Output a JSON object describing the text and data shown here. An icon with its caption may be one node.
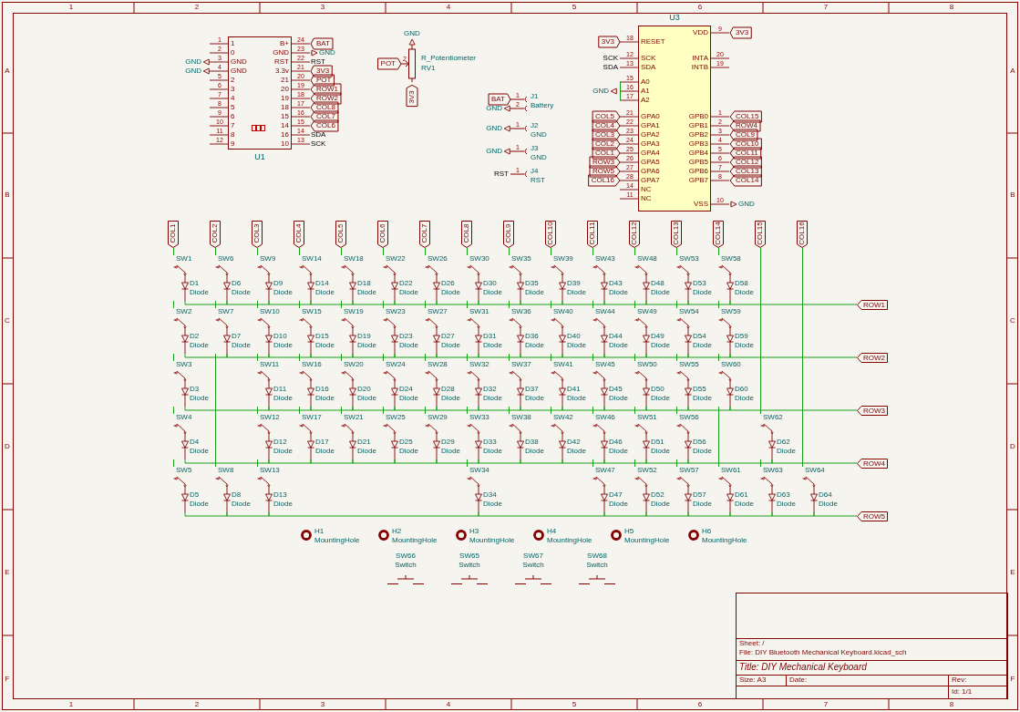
{
  "diagram": {
    "nodes": [
      {
        "text": [
          "U1",
          "1",
          "0",
          "GND",
          "GND",
          "2",
          "3",
          "4",
          "5",
          "6",
          "7",
          "8",
          "9",
          "B+",
          "GND",
          "RST",
          "3.3v",
          "21",
          "20",
          "19",
          "18",
          "15",
          "14",
          "16",
          "10",
          "1",
          "2",
          "3",
          "4",
          "5",
          "6",
          "7",
          "8",
          "9",
          "10",
          "11",
          "12",
          "24",
          "23",
          "22",
          "21",
          "20",
          "19",
          "18",
          "17",
          "16",
          "15",
          "14",
          "13"
        ]
      },
      {
        "text": [
          "R_Potentiometer",
          "RV1",
          "2"
        ]
      },
      {
        "text": [
          "J1",
          "Battery",
          "1",
          "2"
        ]
      },
      {
        "text": [
          "J2",
          "GND",
          "1"
        ]
      },
      {
        "text": [
          "J3",
          "GND",
          "1"
        ]
      },
      {
        "text": [
          "J4",
          "RST",
          "1"
        ]
      },
      {
        "text": [
          "U3",
          "RESET",
          "SCK",
          "SDA",
          "A0",
          "A1",
          "A2",
          "GPA0",
          "GPA1",
          "GPA2",
          "GPA3",
          "GPA4",
          "GPA5",
          "GPA6",
          "GPA7",
          "NC",
          "NC",
          "VDD",
          "INTA",
          "INTB",
          "GPB0",
          "GPB1",
          "GPB2",
          "GPB3",
          "GPB4",
          "GPB5",
          "GPB6",
          "GPB7",
          "VSS",
          "18",
          "12",
          "13",
          "15",
          "16",
          "17",
          "21",
          "22",
          "23",
          "24",
          "25",
          "26",
          "27",
          "28",
          "14",
          "11",
          "9",
          "20",
          "19",
          "1",
          "2",
          "3",
          "4",
          "5",
          "6",
          "7",
          "8",
          "10"
        ]
      },
      {
        "text": [
          "COL1"
        ]
      },
      {
        "text": [
          "COL2"
        ]
      },
      {
        "text": [
          "COL3"
        ]
      },
      {
        "text": [
          "COL4"
        ]
      },
      {
        "text": [
          "COL5"
        ]
      },
      {
        "text": [
          "COL6"
        ]
      },
      {
        "text": [
          "COL7"
        ]
      },
      {
        "text": [
          "COL8"
        ]
      },
      {
        "text": [
          "COL9"
        ]
      },
      {
        "text": [
          "COL10"
        ]
      },
      {
        "text": [
          "COL11"
        ]
      },
      {
        "text": [
          "COL12"
        ]
      },
      {
        "text": [
          "COL13"
        ]
      },
      {
        "text": [
          "COL14"
        ]
      },
      {
        "text": [
          "COL15"
        ]
      },
      {
        "text": [
          "COL16"
        ]
      },
      {
        "text": [
          "ROW1"
        ]
      },
      {
        "text": [
          "ROW2"
        ]
      },
      {
        "text": [
          "ROW3"
        ]
      },
      {
        "text": [
          "ROW4"
        ]
      },
      {
        "text": [
          "ROW5"
        ]
      },
      {
        "text": [
          "SW1",
          "D1",
          "Diode"
        ]
      },
      {
        "text": [
          "SW6",
          "D6",
          "Diode"
        ]
      },
      {
        "text": [
          "SW9",
          "D9",
          "Diode"
        ]
      },
      {
        "text": [
          "SW14",
          "D14",
          "Diode"
        ]
      },
      {
        "text": [
          "SW18",
          "D18",
          "Diode"
        ]
      },
      {
        "text": [
          "SW22",
          "D22",
          "Diode"
        ]
      },
      {
        "text": [
          "SW26",
          "D26",
          "Diode"
        ]
      },
      {
        "text": [
          "SW30",
          "D30",
          "Diode"
        ]
      },
      {
        "text": [
          "SW35",
          "D35",
          "Diode"
        ]
      },
      {
        "text": [
          "SW39",
          "D39",
          "Diode"
        ]
      },
      {
        "text": [
          "SW43",
          "D43",
          "Diode"
        ]
      },
      {
        "text": [
          "SW48",
          "D48",
          "Diode"
        ]
      },
      {
        "text": [
          "SW53",
          "D53",
          "Diode"
        ]
      },
      {
        "text": [
          "SW58",
          "D58",
          "Diode"
        ]
      },
      {
        "text": [
          "SW2",
          "D2",
          "Diode"
        ]
      },
      {
        "text": [
          "SW7",
          "D7",
          "Diode"
        ]
      },
      {
        "text": [
          "SW10",
          "D10",
          "Diode"
        ]
      },
      {
        "text": [
          "SW15",
          "D15",
          "Diode"
        ]
      },
      {
        "text": [
          "SW19",
          "D19",
          "Diode"
        ]
      },
      {
        "text": [
          "SW23",
          "D23",
          "Diode"
        ]
      },
      {
        "text": [
          "SW27",
          "D27",
          "Diode"
        ]
      },
      {
        "text": [
          "SW31",
          "D31",
          "Diode"
        ]
      },
      {
        "text": [
          "SW36",
          "D36",
          "Diode"
        ]
      },
      {
        "text": [
          "SW40",
          "D40",
          "Diode"
        ]
      },
      {
        "text": [
          "SW44",
          "D44",
          "Diode"
        ]
      },
      {
        "text": [
          "SW49",
          "D49",
          "Diode"
        ]
      },
      {
        "text": [
          "SW54",
          "D54",
          "Diode"
        ]
      },
      {
        "text": [
          "SW59",
          "D59",
          "Diode"
        ]
      },
      {
        "text": [
          "SW3",
          "D3",
          "Diode"
        ]
      },
      {
        "text": [
          "SW11",
          "D11",
          "Diode"
        ]
      },
      {
        "text": [
          "SW16",
          "D16",
          "Diode"
        ]
      },
      {
        "text": [
          "SW20",
          "D20",
          "Diode"
        ]
      },
      {
        "text": [
          "SW24",
          "D24",
          "Diode"
        ]
      },
      {
        "text": [
          "SW28",
          "D28",
          "Diode"
        ]
      },
      {
        "text": [
          "SW32",
          "D32",
          "Diode"
        ]
      },
      {
        "text": [
          "SW37",
          "D37",
          "Diode"
        ]
      },
      {
        "text": [
          "SW41",
          "D41",
          "Diode"
        ]
      },
      {
        "text": [
          "SW45",
          "D45",
          "Diode"
        ]
      },
      {
        "text": [
          "SW50",
          "D50",
          "Diode"
        ]
      },
      {
        "text": [
          "SW55",
          "D55",
          "Diode"
        ]
      },
      {
        "text": [
          "SW60",
          "D60",
          "Diode"
        ]
      },
      {
        "text": [
          "SW4",
          "D4",
          "Diode"
        ]
      },
      {
        "text": [
          "SW12",
          "D12",
          "Diode"
        ]
      },
      {
        "text": [
          "SW17",
          "D17",
          "Diode"
        ]
      },
      {
        "text": [
          "SW21",
          "D21",
          "Diode"
        ]
      },
      {
        "text": [
          "SW25",
          "D25",
          "Diode"
        ]
      },
      {
        "text": [
          "SW29",
          "D29",
          "Diode"
        ]
      },
      {
        "text": [
          "SW33",
          "D33",
          "Diode"
        ]
      },
      {
        "text": [
          "SW38",
          "D38",
          "Diode"
        ]
      },
      {
        "text": [
          "SW42",
          "D42",
          "Diode"
        ]
      },
      {
        "text": [
          "SW46",
          "D46",
          "Diode"
        ]
      },
      {
        "text": [
          "SW51",
          "D51",
          "Diode"
        ]
      },
      {
        "text": [
          "SW56",
          "D56",
          "Diode"
        ]
      },
      {
        "text": [
          "SW62",
          "D62",
          "Diode"
        ]
      },
      {
        "text": [
          "SW5",
          "D5",
          "Diode"
        ]
      },
      {
        "text": [
          "SW8",
          "D8",
          "Diode"
        ]
      },
      {
        "text": [
          "SW13",
          "D13",
          "Diode"
        ]
      },
      {
        "text": [
          "SW34",
          "D34",
          "Diode"
        ]
      },
      {
        "text": [
          "SW47",
          "D47",
          "Diode"
        ]
      },
      {
        "text": [
          "SW52",
          "D52",
          "Diode"
        ]
      },
      {
        "text": [
          "SW57",
          "D57",
          "Diode"
        ]
      },
      {
        "text": [
          "SW61",
          "D61",
          "Diode"
        ]
      },
      {
        "text": [
          "SW63",
          "D63",
          "Diode"
        ]
      },
      {
        "text": [
          "SW64",
          "D64",
          "Diode"
        ]
      },
      {
        "text": [
          "H1",
          "MountingHole"
        ]
      },
      {
        "text": [
          "H2",
          "MountingHole"
        ]
      },
      {
        "text": [
          "H3",
          "MountingHole"
        ]
      },
      {
        "text": [
          "H4",
          "MountingHole"
        ]
      },
      {
        "text": [
          "H5",
          "MountingHole"
        ]
      },
      {
        "text": [
          "H6",
          "MountingHole"
        ]
      },
      {
        "text": [
          "SW66",
          "Switch"
        ]
      },
      {
        "text": [
          "SW65",
          "Switch"
        ]
      },
      {
        "text": [
          "SW67",
          "Switch"
        ]
      },
      {
        "text": [
          "SW68",
          "Switch"
        ]
      }
    ],
    "edges": [
      {
        "from": 7,
        "to": 28,
        "arrow": "none"
      },
      {
        "from": 28,
        "to": 42,
        "arrow": "none"
      },
      {
        "from": 42,
        "to": 56,
        "arrow": "none"
      },
      {
        "from": 56,
        "to": 69,
        "arrow": "none"
      },
      {
        "from": 69,
        "to": 82,
        "arrow": "none"
      },
      {
        "from": 8,
        "to": 29,
        "arrow": "none"
      },
      {
        "from": 29,
        "to": 43,
        "arrow": "none"
      },
      {
        "from": 43,
        "to": 83,
        "arrow": "none"
      },
      {
        "from": 9,
        "to": 30,
        "arrow": "none"
      },
      {
        "from": 30,
        "to": 44,
        "arrow": "none"
      },
      {
        "from": 44,
        "to": 57,
        "arrow": "none"
      },
      {
        "from": 57,
        "to": 70,
        "arrow": "none"
      },
      {
        "from": 70,
        "to": 84,
        "arrow": "none"
      },
      {
        "from": 10,
        "to": 31,
        "arrow": "none"
      },
      {
        "from": 31,
        "to": 45,
        "arrow": "none"
      },
      {
        "from": 45,
        "to": 58,
        "arrow": "none"
      },
      {
        "from": 58,
        "to": 71,
        "arrow": "none"
      },
      {
        "from": 11,
        "to": 32,
        "arrow": "none"
      },
      {
        "from": 32,
        "to": 46,
        "arrow": "none"
      },
      {
        "from": 46,
        "to": 59,
        "arrow": "none"
      },
      {
        "from": 59,
        "to": 72,
        "arrow": "none"
      },
      {
        "from": 12,
        "to": 33,
        "arrow": "none"
      },
      {
        "from": 33,
        "to": 47,
        "arrow": "none"
      },
      {
        "from": 47,
        "to": 60,
        "arrow": "none"
      },
      {
        "from": 60,
        "to": 73,
        "arrow": "none"
      },
      {
        "from": 13,
        "to": 34,
        "arrow": "none"
      },
      {
        "from": 34,
        "to": 48,
        "arrow": "none"
      },
      {
        "from": 48,
        "to": 61,
        "arrow": "none"
      },
      {
        "from": 61,
        "to": 74,
        "arrow": "none"
      },
      {
        "from": 14,
        "to": 35,
        "arrow": "none"
      },
      {
        "from": 35,
        "to": 49,
        "arrow": "none"
      },
      {
        "from": 49,
        "to": 62,
        "arrow": "none"
      },
      {
        "from": 62,
        "to": 75,
        "arrow": "none"
      },
      {
        "from": 75,
        "to": 85,
        "arrow": "none"
      },
      {
        "from": 15,
        "to": 36,
        "arrow": "none"
      },
      {
        "from": 36,
        "to": 50,
        "arrow": "none"
      },
      {
        "from": 50,
        "to": 63,
        "arrow": "none"
      },
      {
        "from": 63,
        "to": 76,
        "arrow": "none"
      },
      {
        "from": 16,
        "to": 37,
        "arrow": "none"
      },
      {
        "from": 37,
        "to": 51,
        "arrow": "none"
      },
      {
        "from": 51,
        "to": 64,
        "arrow": "none"
      },
      {
        "from": 64,
        "to": 77,
        "arrow": "none"
      },
      {
        "from": 17,
        "to": 38,
        "arrow": "none"
      },
      {
        "from": 38,
        "to": 52,
        "arrow": "none"
      },
      {
        "from": 52,
        "to": 65,
        "arrow": "none"
      },
      {
        "from": 65,
        "to": 78,
        "arrow": "none"
      },
      {
        "from": 78,
        "to": 86,
        "arrow": "none"
      },
      {
        "from": 18,
        "to": 39,
        "arrow": "none"
      },
      {
        "from": 39,
        "to": 53,
        "arrow": "none"
      },
      {
        "from": 53,
        "to": 66,
        "arrow": "none"
      },
      {
        "from": 66,
        "to": 79,
        "arrow": "none"
      },
      {
        "from": 79,
        "to": 87,
        "arrow": "none"
      },
      {
        "from": 19,
        "to": 40,
        "arrow": "none"
      },
      {
        "from": 40,
        "to": 54,
        "arrow": "none"
      },
      {
        "from": 54,
        "to": 67,
        "arrow": "none"
      },
      {
        "from": 67,
        "to": 80,
        "arrow": "none"
      },
      {
        "from": 80,
        "to": 88,
        "arrow": "none"
      },
      {
        "from": 20,
        "to": 41,
        "arrow": "none"
      },
      {
        "from": 41,
        "to": 55,
        "arrow": "none"
      },
      {
        "from": 55,
        "to": 68,
        "arrow": "none"
      },
      {
        "from": 68,
        "to": 89,
        "arrow": "none"
      },
      {
        "from": 21,
        "to": 81,
        "arrow": "none"
      },
      {
        "from": 81,
        "to": 90,
        "arrow": "none"
      },
      {
        "from": 22,
        "to": 91,
        "arrow": "none"
      },
      {
        "from": 28,
        "to": 29,
        "arrow": "none"
      },
      {
        "from": 29,
        "to": 30,
        "arrow": "none"
      },
      {
        "from": 30,
        "to": 31,
        "arrow": "none"
      },
      {
        "from": 31,
        "to": 32,
        "arrow": "none"
      },
      {
        "from": 32,
        "to": 33,
        "arrow": "none"
      },
      {
        "from": 33,
        "to": 34,
        "arrow": "none"
      },
      {
        "from": 34,
        "to": 35,
        "arrow": "none"
      },
      {
        "from": 35,
        "to": 36,
        "arrow": "none"
      },
      {
        "from": 36,
        "to": 37,
        "arrow": "none"
      },
      {
        "from": 37,
        "to": 38,
        "arrow": "none"
      },
      {
        "from": 38,
        "to": 39,
        "arrow": "none"
      },
      {
        "from": 39,
        "to": 40,
        "arrow": "none"
      },
      {
        "from": 40,
        "to": 41,
        "arrow": "none"
      },
      {
        "from": 41,
        "to": 23,
        "arrow": "none"
      },
      {
        "from": 42,
        "to": 43,
        "arrow": "none"
      },
      {
        "from": 43,
        "to": 44,
        "arrow": "none"
      },
      {
        "from": 44,
        "to": 45,
        "arrow": "none"
      },
      {
        "from": 45,
        "to": 46,
        "arrow": "none"
      },
      {
        "from": 46,
        "to": 47,
        "arrow": "none"
      },
      {
        "from": 47,
        "to": 48,
        "arrow": "none"
      },
      {
        "from": 48,
        "to": 49,
        "arrow": "none"
      },
      {
        "from": 49,
        "to": 50,
        "arrow": "none"
      },
      {
        "from": 50,
        "to": 51,
        "arrow": "none"
      },
      {
        "from": 51,
        "to": 52,
        "arrow": "none"
      },
      {
        "from": 52,
        "to": 53,
        "arrow": "none"
      },
      {
        "from": 53,
        "to": 54,
        "arrow": "none"
      },
      {
        "from": 54,
        "to": 55,
        "arrow": "none"
      },
      {
        "from": 55,
        "to": 24,
        "arrow": "none"
      },
      {
        "from": 56,
        "to": 57,
        "arrow": "none"
      },
      {
        "from": 57,
        "to": 58,
        "arrow": "none"
      },
      {
        "from": 58,
        "to": 59,
        "arrow": "none"
      },
      {
        "from": 59,
        "to": 60,
        "arrow": "none"
      },
      {
        "from": 60,
        "to": 61,
        "arrow": "none"
      },
      {
        "from": 61,
        "to": 62,
        "arrow": "none"
      },
      {
        "from": 62,
        "to": 63,
        "arrow": "none"
      },
      {
        "from": 63,
        "to": 64,
        "arrow": "none"
      },
      {
        "from": 64,
        "to": 65,
        "arrow": "none"
      },
      {
        "from": 65,
        "to": 66,
        "arrow": "none"
      },
      {
        "from": 66,
        "to": 67,
        "arrow": "none"
      },
      {
        "from": 67,
        "to": 68,
        "arrow": "none"
      },
      {
        "from": 68,
        "to": 25,
        "arrow": "none"
      },
      {
        "from": 69,
        "to": 70,
        "arrow": "none"
      },
      {
        "from": 70,
        "to": 71,
        "arrow": "none"
      },
      {
        "from": 71,
        "to": 72,
        "arrow": "none"
      },
      {
        "from": 72,
        "to": 73,
        "arrow": "none"
      },
      {
        "from": 73,
        "to": 74,
        "arrow": "none"
      },
      {
        "from": 74,
        "to": 75,
        "arrow": "none"
      },
      {
        "from": 75,
        "to": 76,
        "arrow": "none"
      },
      {
        "from": 76,
        "to": 77,
        "arrow": "none"
      },
      {
        "from": 77,
        "to": 78,
        "arrow": "none"
      },
      {
        "from": 78,
        "to": 79,
        "arrow": "none"
      },
      {
        "from": 79,
        "to": 80,
        "arrow": "none"
      },
      {
        "from": 80,
        "to": 81,
        "arrow": "none"
      },
      {
        "from": 81,
        "to": 26,
        "arrow": "none"
      },
      {
        "from": 82,
        "to": 83,
        "arrow": "none"
      },
      {
        "from": 83,
        "to": 84,
        "arrow": "none"
      },
      {
        "from": 84,
        "to": 85,
        "arrow": "none"
      },
      {
        "from": 85,
        "to": 86,
        "arrow": "none"
      },
      {
        "from": 86,
        "to": 87,
        "arrow": "none"
      },
      {
        "from": 87,
        "to": 88,
        "arrow": "none"
      },
      {
        "from": 88,
        "to": 89,
        "arrow": "none"
      },
      {
        "from": 89,
        "to": 90,
        "arrow": "none"
      },
      {
        "from": 90,
        "to": 91,
        "arrow": "none"
      },
      {
        "from": 91,
        "to": 27,
        "arrow": "none"
      }
    ],
    "labels": [
      "1",
      "2",
      "3",
      "4",
      "5",
      "6",
      "7",
      "8",
      "1",
      "2",
      "3",
      "4",
      "5",
      "6",
      "7",
      "8",
      "A",
      "B",
      "C",
      "D",
      "E",
      "F",
      "A",
      "B",
      "C",
      "D",
      "E",
      "F",
      "GND",
      "GND",
      "BAT",
      "GND",
      "RST",
      "3V3",
      "POT",
      "ROW1",
      "ROW2",
      "COL8",
      "COL7",
      "COL6",
      "SDA",
      "SCK",
      "GND",
      "POT",
      "3V3",
      "BAT",
      "GND",
      "GND",
      "GND",
      "RST",
      "3V3",
      "SCK",
      "SDA",
      "GND",
      "COL5",
      "COL4",
      "COL3",
      "COL2",
      "COL1",
      "ROW3",
      "ROW5",
      "COL16",
      "3V3",
      "COL15",
      "ROW4",
      "COL9",
      "COL10",
      "COL11",
      "COL12",
      "COL13",
      "COL14",
      "GND",
      "Sheet: /",
      "File: DIY Bluetooth Mechanical Keyboard.kicad_sch",
      "Title: DIY Mechanical Keyboard",
      "Size: A3",
      "Date:",
      "Rev:",
      "Id: 1/1"
    ]
  }
}
